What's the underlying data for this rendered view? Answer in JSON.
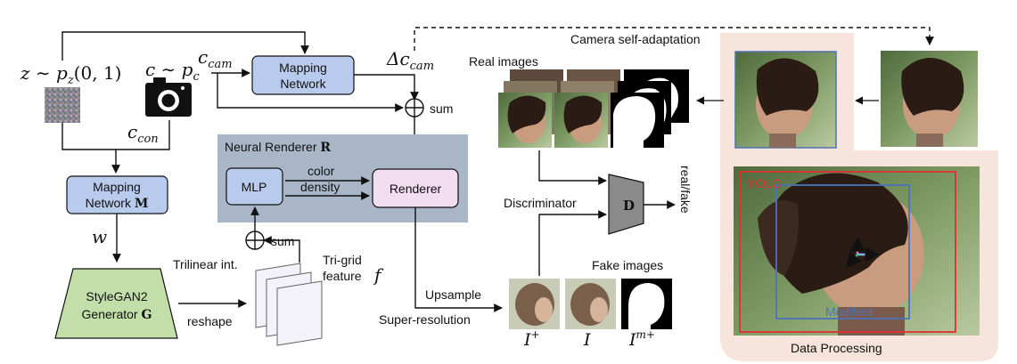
{
  "math": {
    "z_prior": "z ∼ p",
    "z_prior_sub": "z",
    "z_prior_args": "(0, 1)",
    "c_prior": "c ∼ p",
    "c_prior_sub": "c",
    "c_cam": "c",
    "c_cam_sub": "cam",
    "c_con": "c",
    "c_con_sub": "con",
    "delta_c_cam": "Δc",
    "delta_c_cam_sub": "cam",
    "w": "w",
    "feature_f": "f",
    "I_plus": "I",
    "I_plus_sup": "+",
    "I": "I",
    "I_mask": "I",
    "I_mask_sup": "m+"
  },
  "boxes": {
    "mapping_network_top_line1": "Mapping",
    "mapping_network_top_line2": "Network",
    "mapping_network_M_line1": "Mapping",
    "mapping_network_M_line2": "Network",
    "mapping_network_M_bold": "M",
    "neural_renderer": "Neural Renderer",
    "neural_renderer_bold": "R",
    "mlp": "MLP",
    "renderer": "Renderer",
    "stylegan_line1": "StyleGAN2",
    "stylegan_line2": "Generator",
    "stylegan_bold": "G",
    "discriminator_symbol": "D"
  },
  "labels": {
    "camera_self_adaptation": "Camera self-adaptation",
    "real_images": "Real images",
    "sum_top": "sum",
    "sum_bottom": "sum",
    "color": "color",
    "density": "density",
    "discriminator": "Discriminator",
    "real_fake": "real/fake",
    "trilinear": "Trilinear int.",
    "trigrid_line1": "Tri-grid",
    "trigrid_line2": "feature",
    "reshape": "reshape",
    "upsample": "Upsample",
    "super_resolution": "Super-resolution",
    "fake_images": "Fake images",
    "yolo": "YOLO",
    "modified": "Modified",
    "data_processing": "Data Processing"
  },
  "colors": {
    "mapping_fill": "#b9cbec",
    "renderer_panel": "#a9b6c8",
    "renderer_box": "#f1dcf0",
    "stylegan_fill": "#c3dfa9",
    "discriminator_fill": "#8a8a8a",
    "data_panel": "#f7e4dc",
    "yolo_box": "#e0302f",
    "modified_box": "#4d72b8"
  }
}
